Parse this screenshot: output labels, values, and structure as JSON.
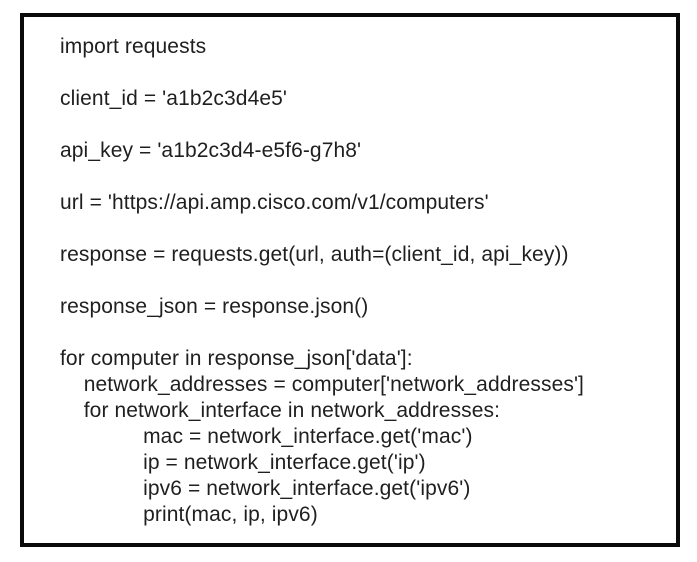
{
  "code": {
    "language": "python",
    "lines": [
      "import requests",
      "",
      "client_id = 'a1b2c3d4e5'",
      "",
      "api_key = 'a1b2c3d4-e5f6-g7h8'",
      "",
      "url = 'https://api.amp.cisco.com/v1/computers'",
      "",
      "response = requests.get(url, auth=(client_id, api_key))",
      "",
      "response_json = response.json()",
      "",
      "for computer in response_json['data']:",
      "    network_addresses = computer['network_addresses']",
      "    for network_interface in network_addresses:",
      "              mac = network_interface.get('mac')",
      "              ip = network_interface.get('ip')",
      "              ipv6 = network_interface.get('ipv6')",
      "              print(mac, ip, ipv6)"
    ]
  },
  "colors": {
    "border": "#0a0a0a",
    "text": "#1f1f1f",
    "background": "#ffffff"
  }
}
